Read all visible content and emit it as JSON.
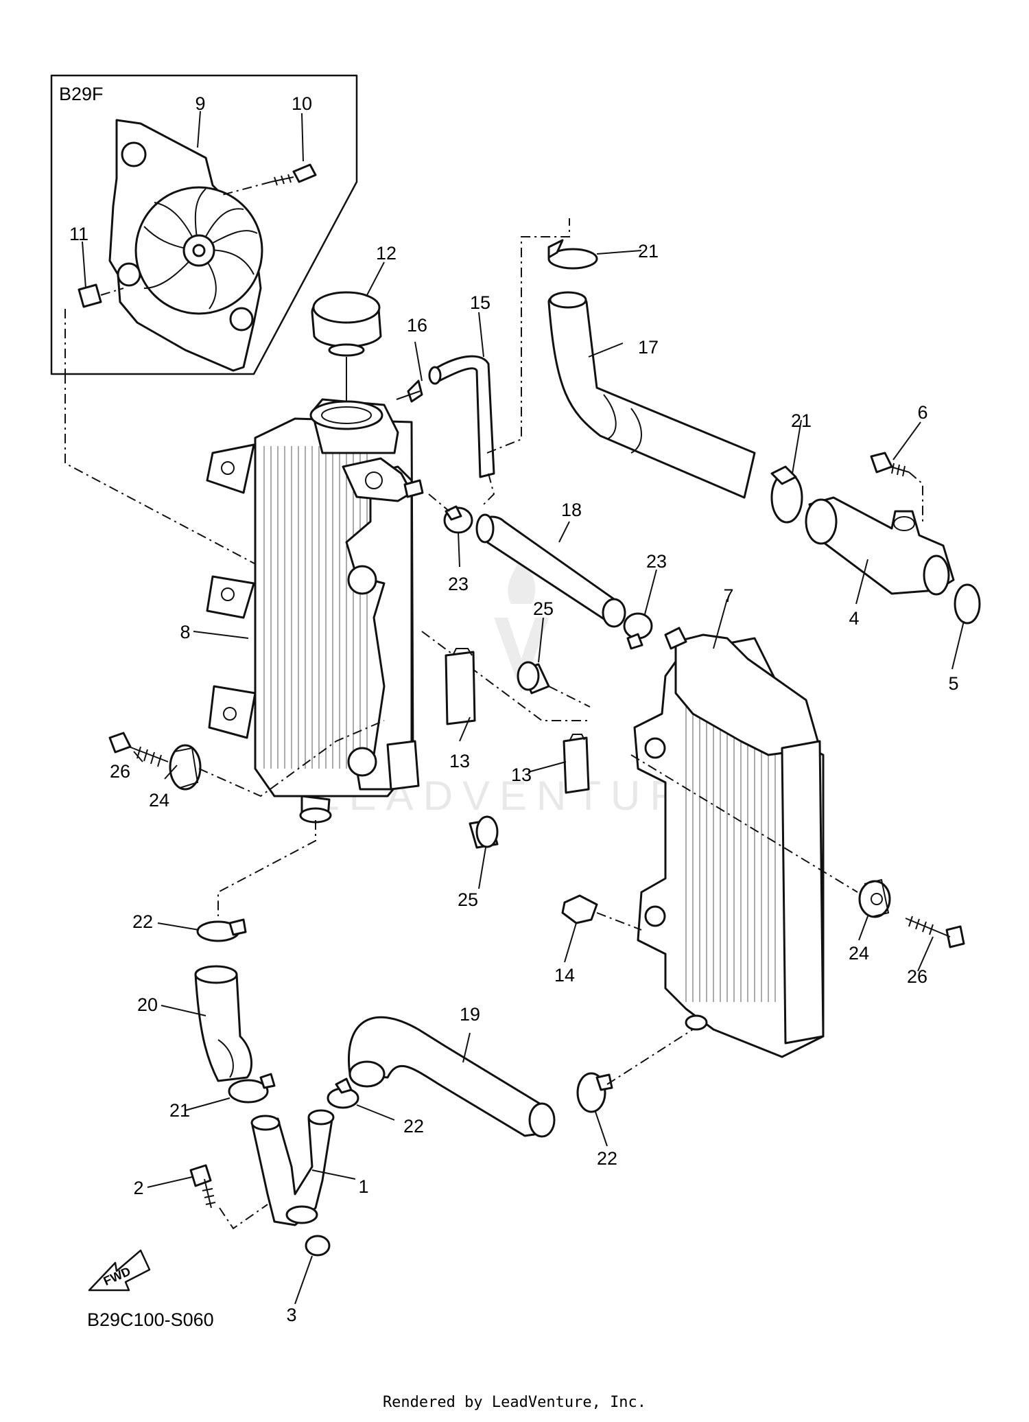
{
  "diagram": {
    "inset_code": "B29F",
    "drawing_code": "B29C100-S060",
    "fwd_label": "FWD",
    "watermark": "LEADVENTURE",
    "credit": "Rendered by LeadVenture, Inc.",
    "callouts": {
      "c1": "1",
      "c2": "2",
      "c3": "3",
      "c4": "4",
      "c5": "5",
      "c6": "6",
      "c7": "7",
      "c8": "8",
      "c9": "9",
      "c10": "10",
      "c11": "11",
      "c12": "12",
      "c13a": "13",
      "c13b": "13",
      "c14": "14",
      "c15": "15",
      "c16": "16",
      "c17": "17",
      "c18": "18",
      "c19": "19",
      "c20": "20",
      "c21a": "21",
      "c21b": "21",
      "c21c": "21",
      "c22a": "22",
      "c22b": "22",
      "c22c": "22",
      "c23a": "23",
      "c23b": "23",
      "c24a": "24",
      "c24b": "24",
      "c25a": "25",
      "c25b": "25",
      "c26a": "26",
      "c26b": "26"
    }
  }
}
